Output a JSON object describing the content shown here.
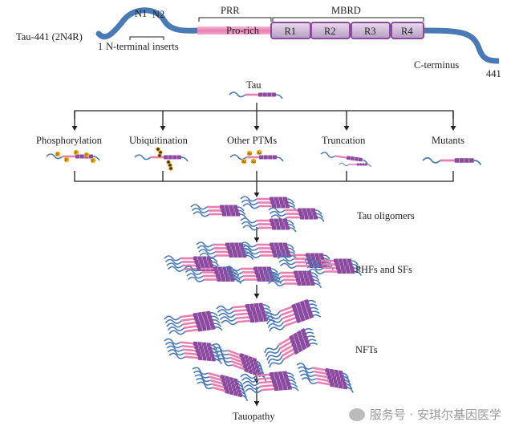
{
  "domain_map": {
    "protein_label": "Tau-441 (2N4R)",
    "start_residue": "1",
    "end_residue": "441",
    "n_inserts": [
      "N1",
      "N2"
    ],
    "n_inserts_label": "N-terminal inserts",
    "prr_label": "PRR",
    "prr_inner": "Pro-rich",
    "mbrd_label": "MBRD",
    "repeats": [
      "R1",
      "R2",
      "R3",
      "R4"
    ],
    "c_terminus_label": "C-terminus"
  },
  "flow": {
    "top": "Tau",
    "modifications": [
      "Phosphorylation",
      "Ubiquitination",
      "Other PTMs",
      "Truncation",
      "Mutants"
    ],
    "phospho_mark": "P",
    "ptm_mark": "Ac",
    "stages": [
      "Tau oligomers",
      "PHFs and SFs",
      "NFTs"
    ],
    "final": "Tauopathy"
  },
  "colors": {
    "tau_blue": "#4a7ab5",
    "pro_rich_pink": "#e77fb3",
    "repeat_purple": "#8b4aa0",
    "modification_yellow": "#f2b01e"
  },
  "watermark": "服务号 · 安琪尔基因医学"
}
